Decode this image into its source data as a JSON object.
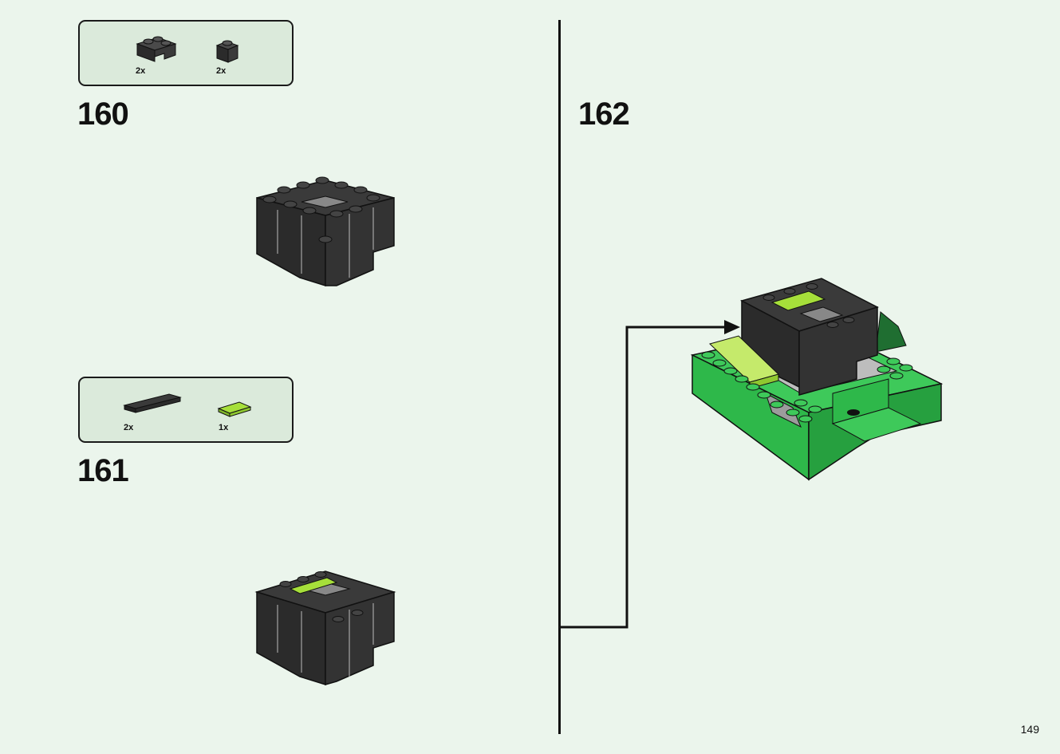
{
  "steps": [
    {
      "number": "160",
      "parts": [
        {
          "name": "black-corner-brick",
          "qty": "2x"
        },
        {
          "name": "black-1x1-brick",
          "qty": "2x"
        }
      ]
    },
    {
      "number": "161",
      "parts": [
        {
          "name": "black-1x4-tile",
          "qty": "2x"
        },
        {
          "name": "lime-1x2-tile",
          "qty": "1x"
        }
      ]
    },
    {
      "number": "162",
      "parts": []
    }
  ],
  "page_number": "149",
  "colors": {
    "background": "#ebf5ec",
    "parts_box": "#dbeadb",
    "black_brick": "#2b2b2b",
    "green_brick": "#2eb84a",
    "lime_tile": "#a6df3a",
    "gray_brick": "#9c9c9c"
  }
}
